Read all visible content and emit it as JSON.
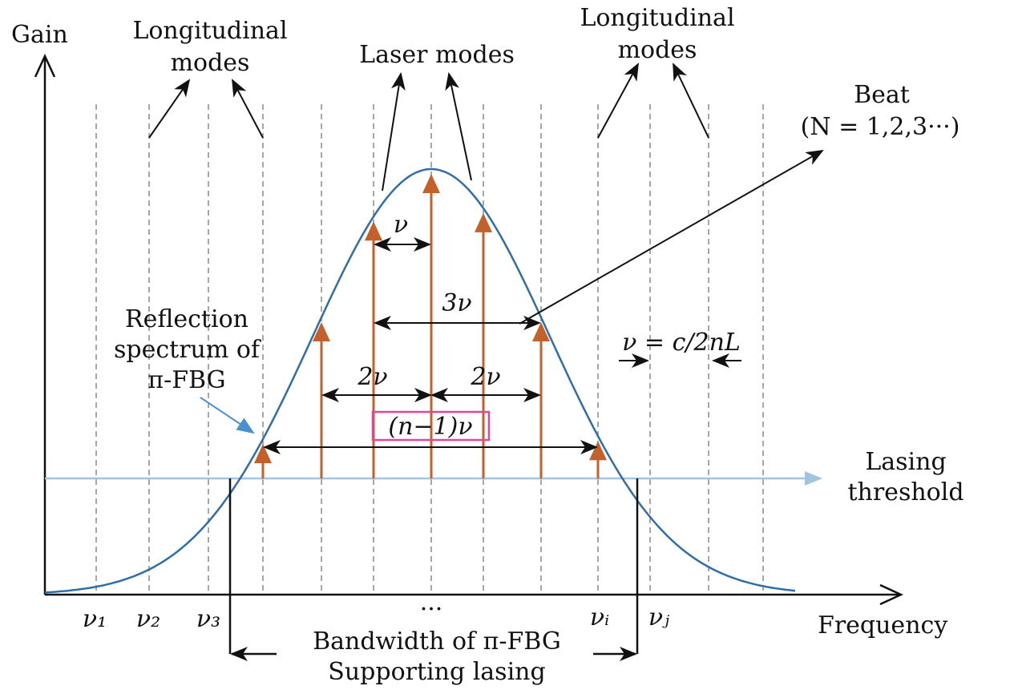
{
  "axes": {
    "y_label": "Gain",
    "x_label": "Frequency"
  },
  "annotations": {
    "long_modes_left": [
      "Longitudinal",
      "modes"
    ],
    "long_modes_right": [
      "Longitudinal",
      "modes"
    ],
    "laser_modes": "Laser modes",
    "beat": [
      "Beat",
      "(N = 1,2,3···)"
    ],
    "reflection": [
      "Reflection",
      "spectrum of",
      "π-FBG"
    ],
    "threshold": [
      "Lasing",
      "threshold"
    ],
    "bandwidth": [
      "Bandwidth of π-FBG",
      "Supporting lasing"
    ],
    "spacing_eq": "ν = c/2nL",
    "nu": "ν",
    "three_nu": "3ν",
    "two_nu_left": "2ν",
    "two_nu_right": "2ν",
    "n_minus_1": "(n−1)ν",
    "ellipsis": "···"
  },
  "ticks": [
    "ν₁",
    "ν₂",
    "ν₃",
    "νᵢ",
    "νⱼ"
  ],
  "colors": {
    "gain_curve": "#2f6ea8",
    "laser_mode": "#c2612b",
    "threshold": "#9fc5e3",
    "highlight_box": "#e0479b",
    "dashed": "#8a8a8a"
  }
}
